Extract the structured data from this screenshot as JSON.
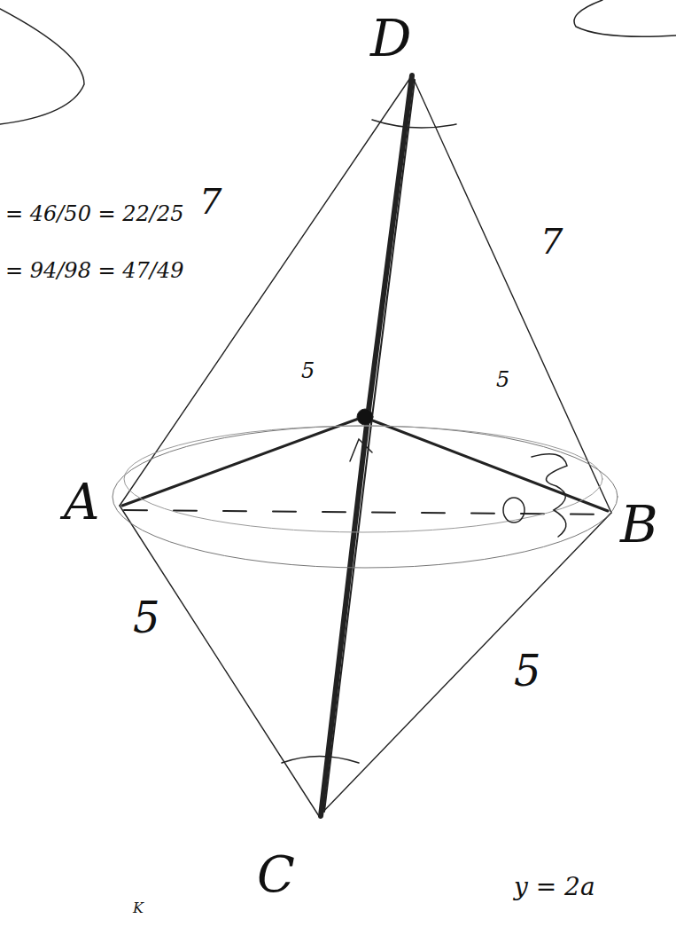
{
  "diagram": {
    "labels": [
      "D",
      "A",
      "B",
      "C",
      "7",
      "7",
      "5",
      "5",
      "5",
      "5",
      "= 46/50 = 22/25",
      "= 94/98 = 47/49",
      "y = 2a",
      "K"
    ]
  }
}
